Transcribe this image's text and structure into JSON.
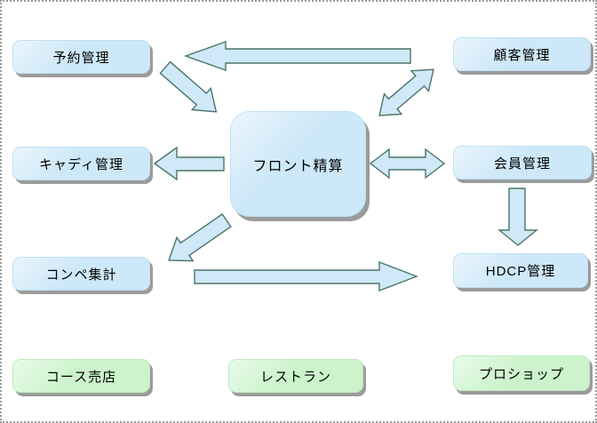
{
  "colors": {
    "background": "#ffffff",
    "page_border": "#999999",
    "blue_box_fill": "#cde8f8",
    "blue_box_edge": "#bfe0f4",
    "green_box_fill": "#ccf3cc",
    "green_box_edge": "#bdeabd",
    "arrow_fill": "#cfe9f8",
    "arrow_stroke": "#4a7568",
    "box_shadow": "#9b9b9b",
    "text": "#000000"
  },
  "center": {
    "label": "フロント精算"
  },
  "boxes": {
    "reservation": {
      "label": "予約管理",
      "style": "blue"
    },
    "customer": {
      "label": "顧客管理",
      "style": "blue"
    },
    "caddy": {
      "label": "キャディ管理",
      "style": "blue"
    },
    "member": {
      "label": "会員管理",
      "style": "blue"
    },
    "competition": {
      "label": "コンペ集計",
      "style": "blue"
    },
    "hdcp": {
      "label": "HDCP管理",
      "style": "blue"
    },
    "course_shop": {
      "label": "コース売店",
      "style": "green"
    },
    "restaurant": {
      "label": "レストラン",
      "style": "green"
    },
    "pro_shop": {
      "label": "プロショップ",
      "style": "green"
    }
  },
  "connections": [
    {
      "from": "顧客管理",
      "to": "予約管理",
      "bidirectional": false
    },
    {
      "from": "予約管理",
      "to": "フロント精算",
      "bidirectional": false
    },
    {
      "from": "フロント精算",
      "to": "顧客管理",
      "bidirectional": true
    },
    {
      "from": "フロント精算",
      "to": "キャディ管理",
      "bidirectional": false
    },
    {
      "from": "フロント精算",
      "to": "会員管理",
      "bidirectional": true
    },
    {
      "from": "会員管理",
      "to": "HDCP管理",
      "bidirectional": false
    },
    {
      "from": "フロント精算",
      "to": "コンペ集計",
      "bidirectional": false
    },
    {
      "from": "コンペ集計",
      "to": "HDCP管理",
      "bidirectional": false
    }
  ]
}
